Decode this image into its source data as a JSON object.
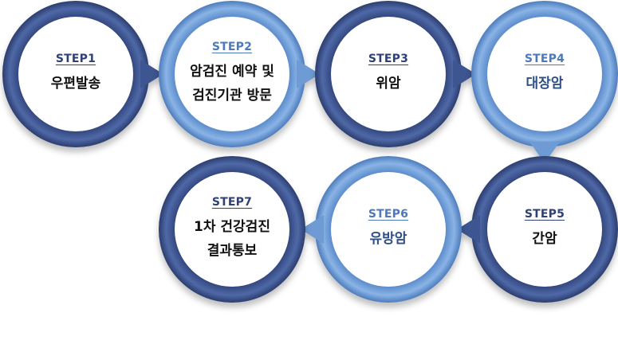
{
  "steps": [
    {
      "code": "STEP1",
      "label": [
        "우편발송"
      ]
    },
    {
      "code": "STEP2",
      "label": [
        "암검진 예약 및",
        "검진기관 방문"
      ]
    },
    {
      "code": "STEP3",
      "label": [
        "위암"
      ]
    },
    {
      "code": "STEP4",
      "label": [
        "대장암"
      ]
    },
    {
      "code": "STEP5",
      "label": [
        "간암"
      ]
    },
    {
      "code": "STEP6",
      "label": [
        "유방암"
      ]
    },
    {
      "code": "STEP7",
      "label": [
        "1차 건강검진",
        "결과통보"
      ]
    }
  ],
  "colors": {
    "dark_ring": "#3d5590",
    "light_ring": "#6e9bd4"
  }
}
